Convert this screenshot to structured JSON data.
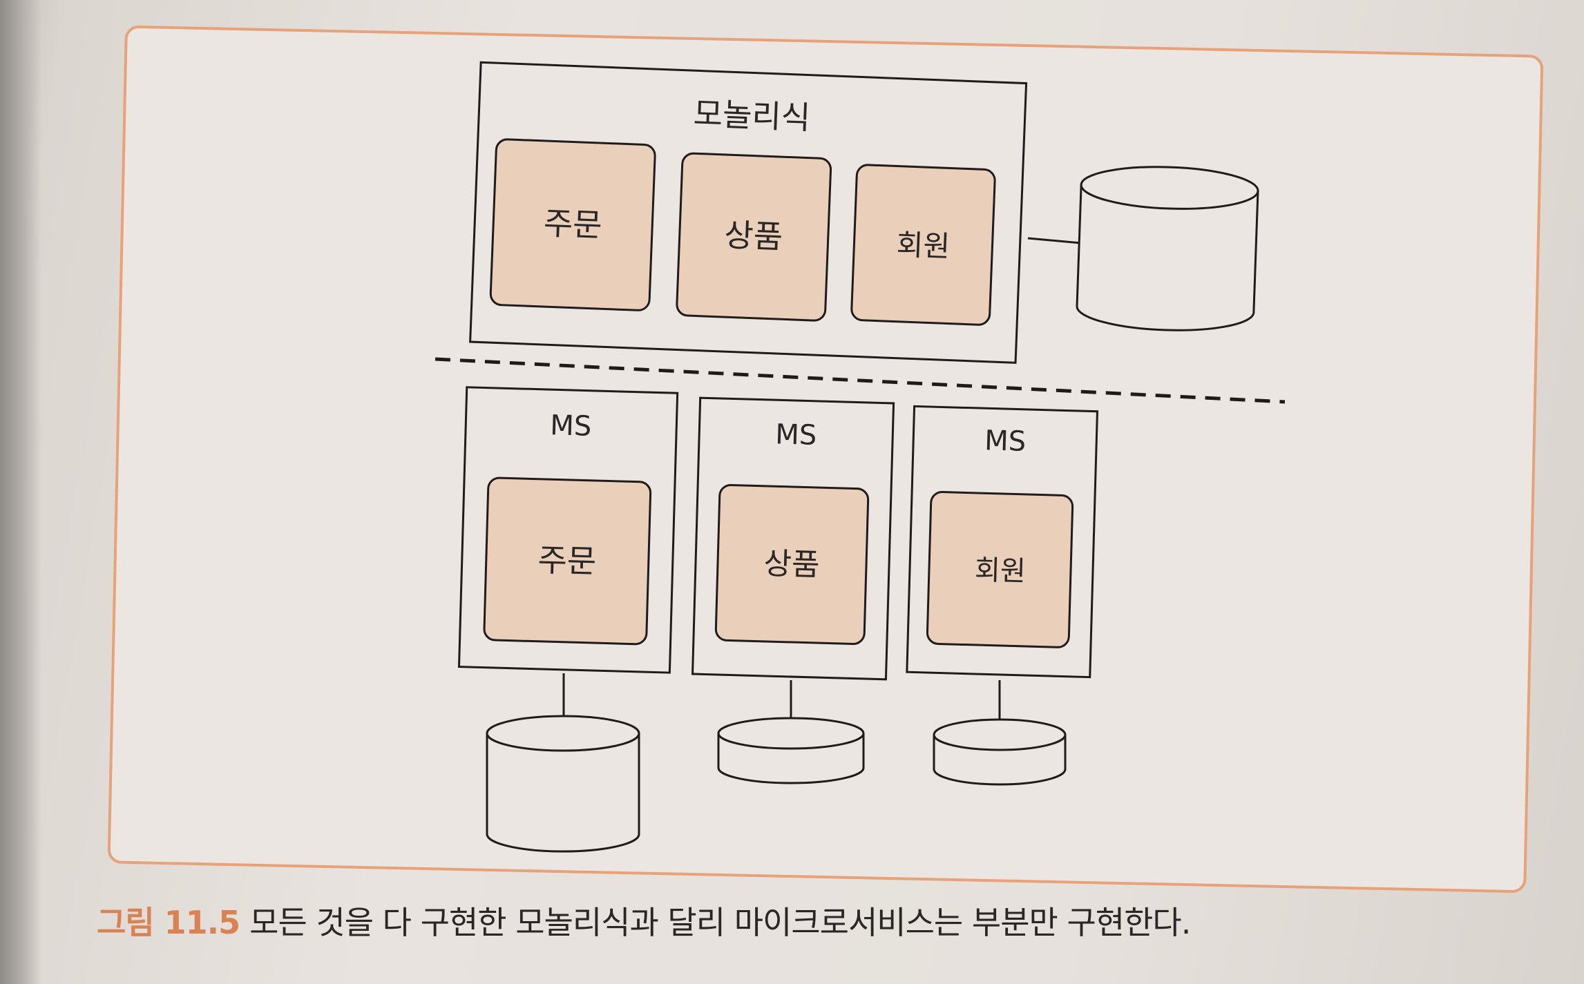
{
  "diagram": {
    "monolith_label": "모놀리식",
    "monolith_modules": [
      "주문",
      "상품",
      "회원"
    ],
    "microservice_label": "MS",
    "microservice_modules": [
      "주문",
      "상품",
      "회원"
    ]
  },
  "caption": {
    "figure_number": "그림 11.5",
    "text": "모든 것을 다 구현한 모놀리식과 달리 마이크로서비스는 부분만 구현한다."
  },
  "colors": {
    "frame_orange": "#e8a27a",
    "module_fill": "#ead0bb",
    "caption_accent": "#d98253"
  }
}
